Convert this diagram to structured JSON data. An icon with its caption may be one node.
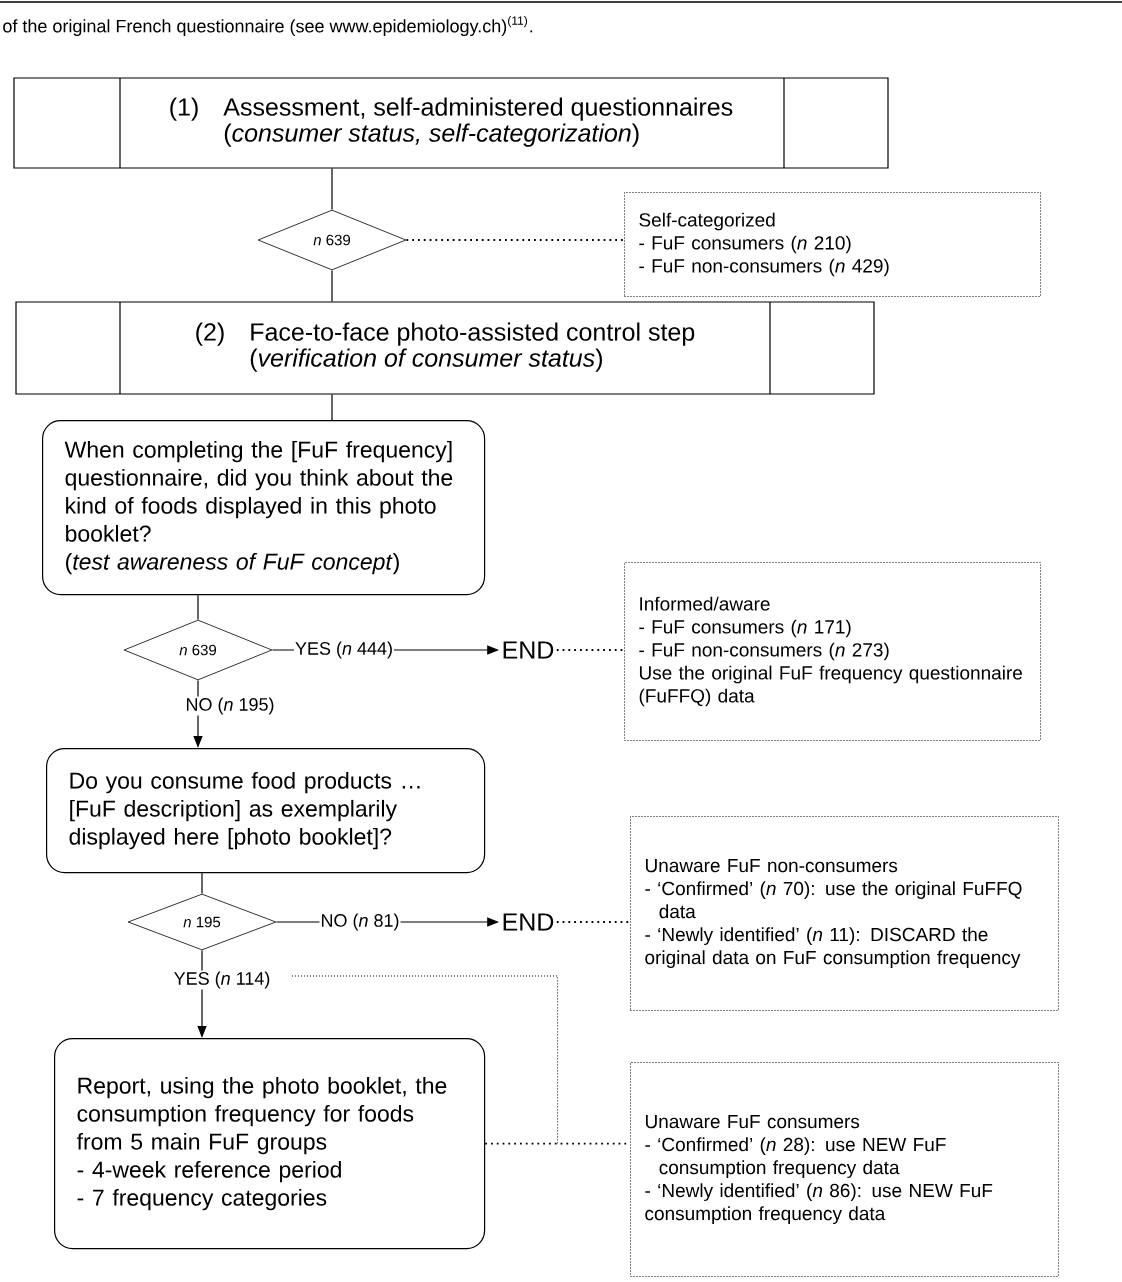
{
  "diagram": {
    "caption": "of the original French questionnaire (see www.epidemiology.ch)$^{(11)}$.",
    "nodes": [
      {
        "text": [
          "(1)",
          "Assessment, self-administered questionnaires",
          "(*consumer status, self-categorization*)"
        ]
      },
      {
        "text": [
          "*n* 639"
        ]
      },
      {
        "text": [
          "Self-categorized",
          "- FuF consumers (*n* 210)",
          "- FuF non-consumers (*n* 429)"
        ]
      },
      {
        "text": [
          "(2)",
          "Face-to-face photo-assisted control step",
          "(*verification of consumer status*)"
        ]
      },
      {
        "text": [
          "When completing the [FuF frequency] questionnaire, did you think about the kind of foods displayed in this photo booklet?",
          "(*test awareness of FuF concept*)"
        ]
      },
      {
        "text": [
          "*n* 639"
        ]
      },
      {
        "text": [
          "END"
        ]
      },
      {
        "text": [
          "Informed/aware",
          "- FuF consumers (*n* 171)",
          "- FuF non-consumers (*n* 273)",
          "Use the original FuF frequency questionnaire (FuFFQ) data"
        ]
      },
      {
        "text": [
          "Do you consume food products … [FuF description] as exemplarily displayed here [photo booklet]?"
        ]
      },
      {
        "text": [
          "*n* 195"
        ]
      },
      {
        "text": [
          "END"
        ]
      },
      {
        "text": [
          "Unaware FuF non-consumers",
          "- ‘Confirmed’ (*n* 70): use the original FuFFQ data",
          "- ‘Newly identified’ (*n* 11): DISCARD the original data on FuF consumption frequency"
        ]
      },
      {
        "text": [
          "Report, using the photo booklet, the consumption frequency for foods from 5 main FuF groups",
          "- 4-week reference period",
          "- 7 frequency categories"
        ]
      },
      {
        "text": [
          "Unaware FuF consumers",
          "- ‘Confirmed’ (*n* 28): use NEW FuF consumption frequency data",
          "- ‘Newly identified’ (*n* 86): use NEW FuF consumption frequency data"
        ]
      }
    ],
    "edges": [
      {
        "from": 0,
        "to": 1,
        "arrow": "none"
      },
      {
        "from": 1,
        "to": 3,
        "arrow": "none"
      },
      {
        "from": 1,
        "to": 2,
        "arrow": "none",
        "style": "dashed"
      },
      {
        "from": 3,
        "to": 4,
        "arrow": "none"
      },
      {
        "from": 4,
        "to": 5,
        "arrow": "none"
      },
      {
        "from": 5,
        "to": 6,
        "arrow": "to",
        "label": "YES (*n* 444)"
      },
      {
        "from": 6,
        "to": 7,
        "arrow": "none",
        "style": "dashed"
      },
      {
        "from": 5,
        "to": 8,
        "arrow": "to",
        "label": "NO (*n* 195)"
      },
      {
        "from": 8,
        "to": 9,
        "arrow": "none"
      },
      {
        "from": 9,
        "to": 10,
        "arrow": "to",
        "label": "NO (*n* 81)"
      },
      {
        "from": 10,
        "to": 11,
        "arrow": "none",
        "style": "dashed"
      },
      {
        "from": 9,
        "to": 12,
        "arrow": "to",
        "label": "YES (*n* 114)"
      },
      {
        "from": 12,
        "to": 13,
        "arrow": "none",
        "style": "dashed"
      }
    ]
  }
}
